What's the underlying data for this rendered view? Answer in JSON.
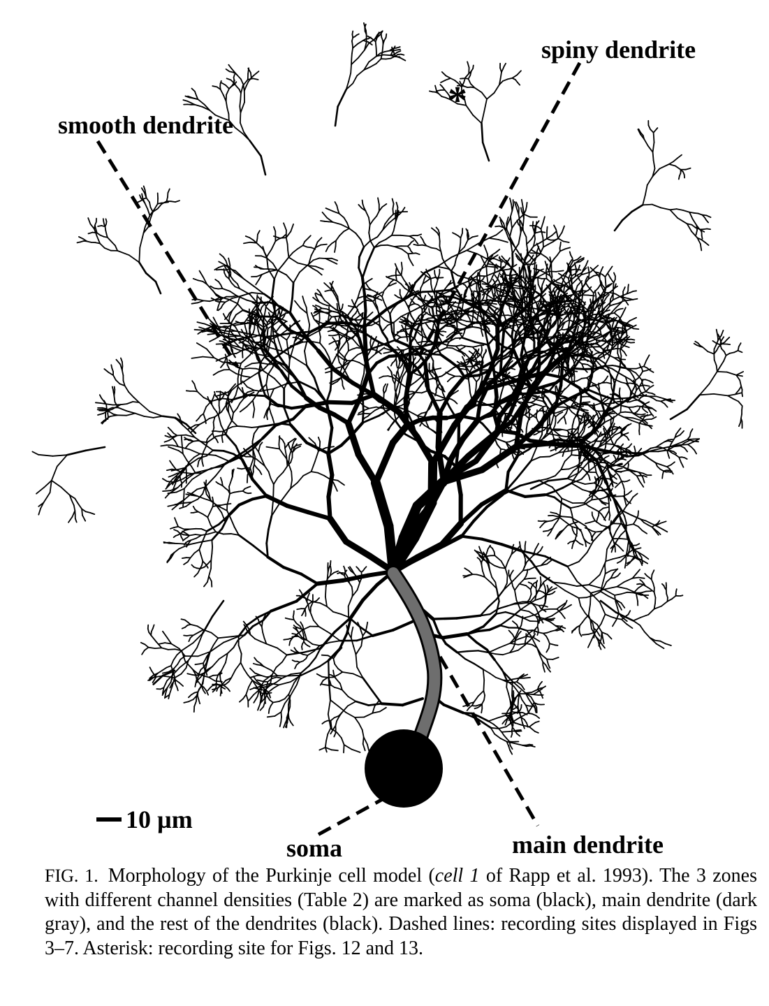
{
  "labels": {
    "spiny": "spiny dendrite",
    "smooth": "smooth dendrite",
    "soma": "soma",
    "main": "main dendrite",
    "asterisk": "*"
  },
  "scale_bar": {
    "label": "10 µm"
  },
  "caption": {
    "fig_label": "FIG. 1.",
    "part1": "Morphology of the Purkinje cell model (",
    "italic": "cell 1",
    "part2": " of Rapp et al. 1993). The 3 zones with different channel densities (Table 2) are marked as soma (black), main dendrite (dark gray), and the rest of the dendrites (black). Dashed lines: recording sites displayed in Figs 3–7. Asterisk: recording site for Figs. 12 and 13."
  },
  "colors": {
    "dendrite": "#000000",
    "main_dendrite": "#6e6e6e",
    "soma": "#000000"
  }
}
